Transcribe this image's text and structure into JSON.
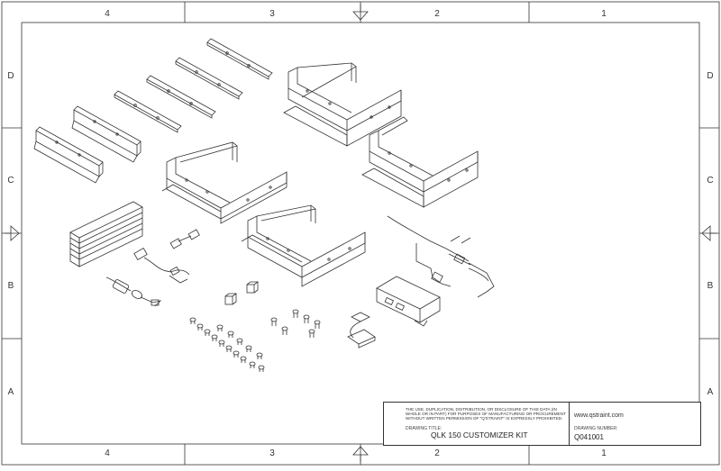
{
  "zones": {
    "top": [
      "4",
      "3",
      "2",
      "1"
    ],
    "bottom": [
      "4",
      "3",
      "2",
      "1"
    ],
    "left": [
      "D",
      "C",
      "B",
      "A"
    ],
    "right": [
      "D",
      "C",
      "B",
      "A"
    ]
  },
  "title_block": {
    "notice": "THE USE, DUPLICATION, DISTRIBUTION, OR DISCLOSURE OF THIS DATA (IN WHOLE OR IN PART) FOR PURPOSES OF MANUFACTURING OR PROCUREMENT WITHOUT WRITTEN PERMISSION OF \"Q'STRAINT\" IS EXPRESSLY PROHIBITED.",
    "drawing_title_label": "DRAWING TITLE:",
    "drawing_title": "QLK 150 CUSTOMIZER KIT",
    "website": "www.qstraint.com",
    "drawing_number_label": "DRAWING NUMBER:",
    "drawing_number": "Q041001"
  },
  "colors": {
    "line": "#333333",
    "paper": "#ffffff"
  }
}
